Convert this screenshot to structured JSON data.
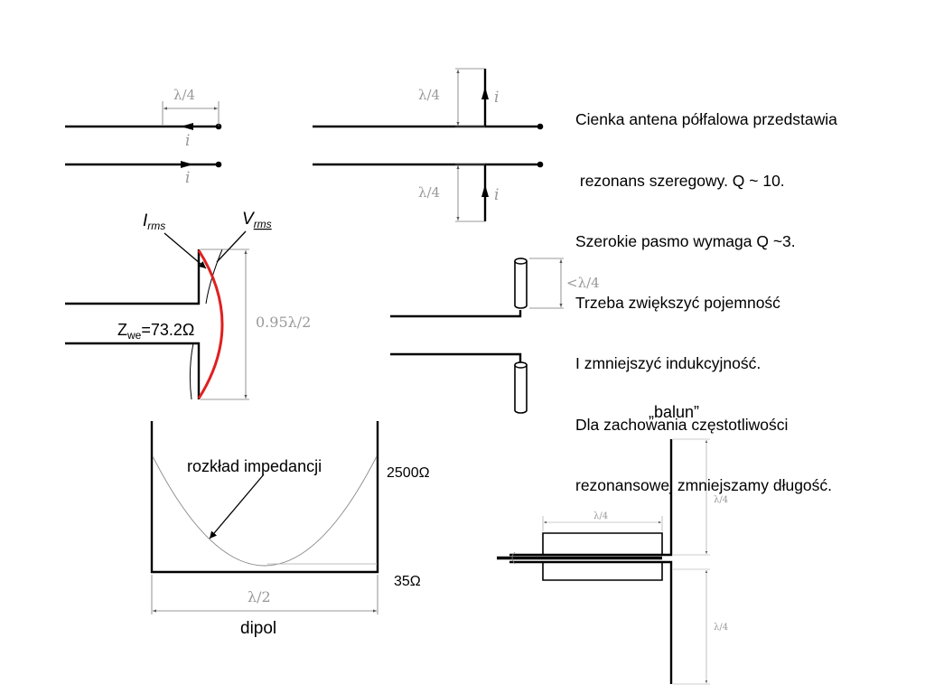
{
  "description": {
    "lines": [
      "Cienka antena półfalowa przedstawia",
      " rezonans szeregowy. Q ~ 10.",
      "Szerokie pasmo wymaga Q ~3.",
      "Trzeba zwiększyć pojemność",
      "I zmniejszyć indukcyjność.",
      "Dla zachowania częstotliwości",
      "rezonansowej zmniejszamy długość."
    ]
  },
  "transmission_line": {
    "quarter_wave_label": "λ/4",
    "current_label": "i"
  },
  "opened_line": {
    "upper_quarter_label": "λ/4",
    "lower_quarter_label": "λ/4",
    "current_label": "i"
  },
  "dipole_distribution": {
    "current_label": "I",
    "current_sub": "rms",
    "voltage_label": "V",
    "voltage_sub": "rms",
    "impedance_label": "Z",
    "impedance_sub": "we",
    "impedance_value": "=73.2Ω",
    "length_label": "0.95λ/2",
    "curve_color": "#e02020"
  },
  "thick_dipole": {
    "length_label": "<λ/4"
  },
  "impedance_plot": {
    "curve_label": "rozkład impedancji",
    "max_label": "2500Ω",
    "min_label": "35Ω",
    "width_label": "λ/2",
    "caption": "dipol"
  },
  "balun": {
    "title": "„balun”",
    "sleeve_label": "λ/4",
    "upper_arm_label": "λ/4",
    "lower_arm_label": "λ/4"
  }
}
